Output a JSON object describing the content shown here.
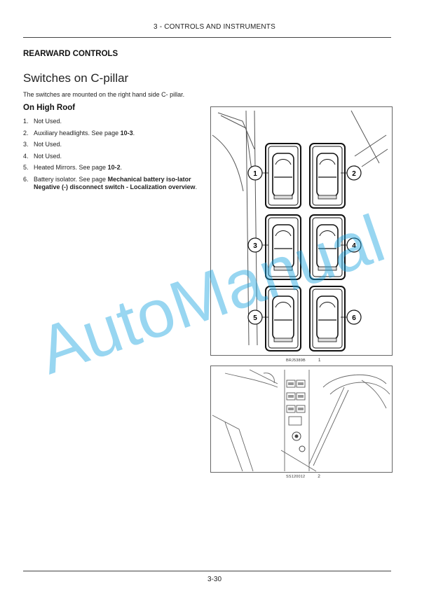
{
  "header": {
    "chapter": "3 - CONTROLS AND INSTRUMENTS"
  },
  "section": {
    "title": "REARWARD CONTROLS"
  },
  "subsection": {
    "title": "Switches on C-pillar",
    "intro": "The switches are mounted on the right hand side C- pillar."
  },
  "list_heading": "On High Roof",
  "items": [
    {
      "num": "1.",
      "text": "Not Used."
    },
    {
      "num": "2.",
      "text": "Auxiliary headlights. See page ",
      "ref": "10-3",
      "tail": "."
    },
    {
      "num": "3.",
      "text": "Not Used."
    },
    {
      "num": "4.",
      "text": "Not Used."
    },
    {
      "num": "5.",
      "text": "Heated Mirrors. See page ",
      "ref": "10-2",
      "tail": "."
    },
    {
      "num": "6.",
      "text": "Battery isolator. See page ",
      "ref": "Mechanical battery iso-lator Negative (-) disconnect switch - Localization overview",
      "tail": "."
    }
  ],
  "figure1": {
    "callouts": [
      "1",
      "2",
      "3",
      "4",
      "5",
      "6"
    ],
    "code": "BRJ5389B",
    "number": "1"
  },
  "figure2": {
    "code": "SS120012",
    "number": "2"
  },
  "watermark": "AutoManual",
  "page_number": "3-30"
}
